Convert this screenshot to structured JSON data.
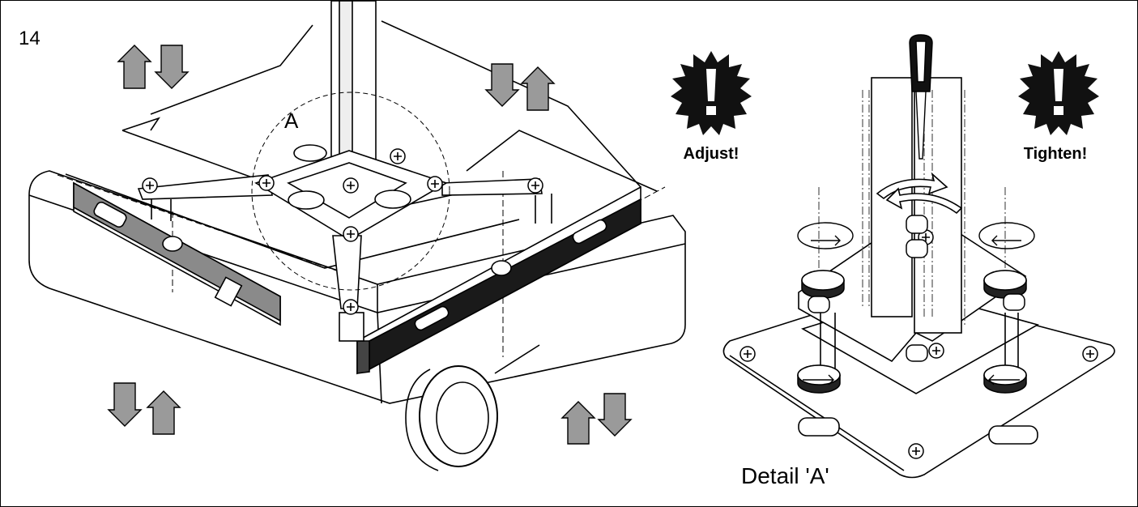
{
  "step_number": "14",
  "detail_callout": "A",
  "warning_left_label": "Adjust!",
  "warning_right_label": "Tighten!",
  "detail_caption": "Detail 'A'",
  "colors": {
    "line": "#000000",
    "arrow_fill": "#9a9a9a",
    "shade": "#6e6e6e",
    "band": "#1a1a1a",
    "background": "#ffffff"
  }
}
